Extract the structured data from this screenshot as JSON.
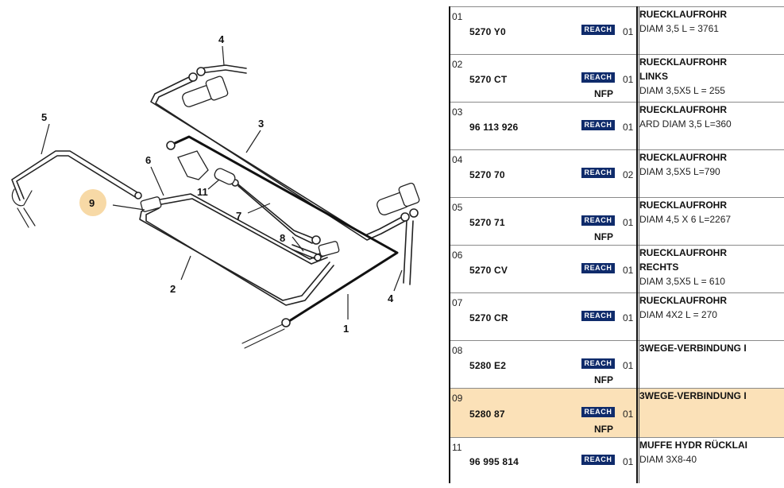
{
  "diagram": {
    "callouts": [
      {
        "id": "c1",
        "label": "1"
      },
      {
        "id": "c2",
        "label": "2"
      },
      {
        "id": "c3",
        "label": "3"
      },
      {
        "id": "c4a",
        "label": "4"
      },
      {
        "id": "c4b",
        "label": "4"
      },
      {
        "id": "c5",
        "label": "5"
      },
      {
        "id": "c6",
        "label": "6"
      },
      {
        "id": "c7",
        "label": "7"
      },
      {
        "id": "c8",
        "label": "8"
      },
      {
        "id": "c9",
        "label": "9"
      },
      {
        "id": "c11",
        "label": "11"
      }
    ],
    "highlight_color": "#f7d9a6"
  },
  "parts": {
    "reach_label": "REACH",
    "nfp_label": "NFP",
    "selected_color": "#fbe1b8",
    "rows": [
      {
        "pos": "01",
        "ref": "5270 Y0",
        "qty": "01",
        "nfp": false,
        "name": [
          "RUECKLAUFROHR"
        ],
        "detail": "DIAM 3,5 L = 3761",
        "selected": false
      },
      {
        "pos": "02",
        "ref": "5270 CT",
        "qty": "01",
        "nfp": true,
        "name": [
          "RUECKLAUFROHR",
          "LINKS"
        ],
        "detail": "DIAM 3,5X5 L = 255",
        "selected": false
      },
      {
        "pos": "03",
        "ref": "96 113 926",
        "qty": "01",
        "nfp": false,
        "name": [
          "RUECKLAUFROHR"
        ],
        "detail": "ARD DIAM 3,5 L=360",
        "selected": false
      },
      {
        "pos": "04",
        "ref": "5270 70",
        "qty": "02",
        "nfp": false,
        "name": [
          "RUECKLAUFROHR"
        ],
        "detail": "DIAM 3,5X5 L=790",
        "selected": false
      },
      {
        "pos": "05",
        "ref": "5270 71",
        "qty": "01",
        "nfp": true,
        "name": [
          "RUECKLAUFROHR"
        ],
        "detail": "DIAM 4,5 X 6 L=2267",
        "selected": false
      },
      {
        "pos": "06",
        "ref": "5270 CV",
        "qty": "01",
        "nfp": false,
        "name": [
          "RUECKLAUFROHR",
          "RECHTS"
        ],
        "detail": "DIAM 3,5X5 L = 610",
        "selected": false
      },
      {
        "pos": "07",
        "ref": "5270 CR",
        "qty": "01",
        "nfp": false,
        "name": [
          "RUECKLAUFROHR"
        ],
        "detail": "DIAM 4X2 L = 270",
        "selected": false
      },
      {
        "pos": "08",
        "ref": "5280 E2",
        "qty": "01",
        "nfp": true,
        "name": [
          "3WEGE-VERBINDUNG I"
        ],
        "detail": "",
        "selected": false
      },
      {
        "pos": "09",
        "ref": "5280 87",
        "qty": "01",
        "nfp": true,
        "name": [
          "3WEGE-VERBINDUNG I"
        ],
        "detail": "",
        "selected": true
      },
      {
        "pos": "11",
        "ref": "96 995 814",
        "qty": "01",
        "nfp": false,
        "name": [
          "MUFFE HYDR RÜCKLAI"
        ],
        "detail": "DIAM 3X8-40",
        "selected": false
      }
    ]
  }
}
